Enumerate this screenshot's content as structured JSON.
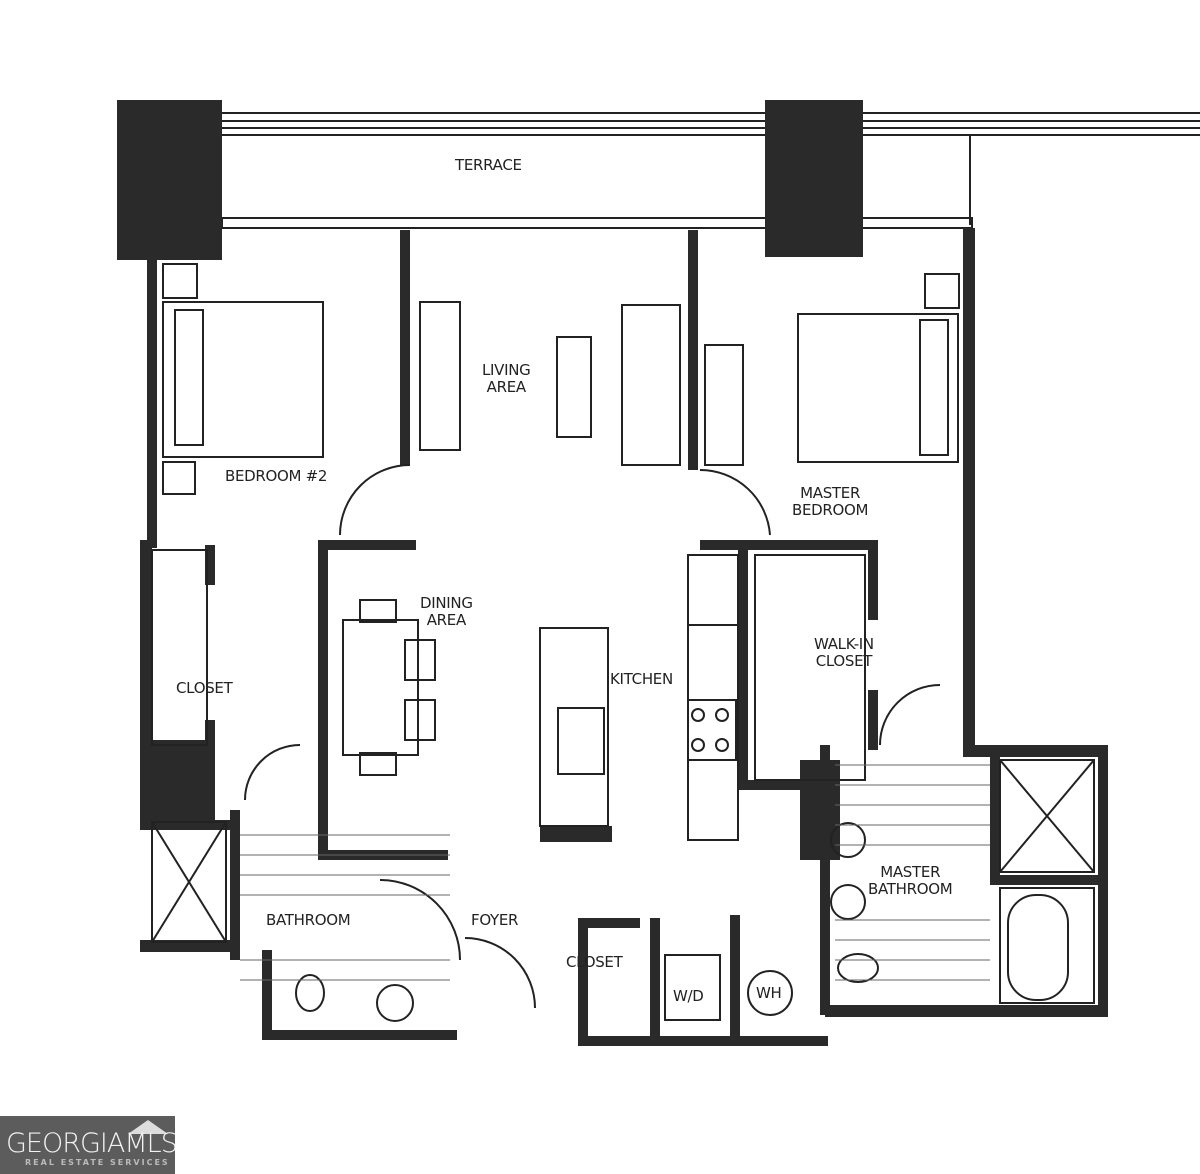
{
  "floorplan": {
    "rooms": {
      "terrace": "TERRACE",
      "living_area_1": "LIVING",
      "living_area_2": "AREA",
      "bedroom2": "BEDROOM #2",
      "master_bedroom_1": "MASTER",
      "master_bedroom_2": "BEDROOM",
      "dining_area_1": "DINING",
      "dining_area_2": "AREA",
      "kitchen": "KITCHEN",
      "closet_left": "CLOSET",
      "walkin_closet_1": "WALK-IN",
      "walkin_closet_2": "CLOSET",
      "bathroom": "BATHROOM",
      "foyer": "FOYER",
      "closet_foyer": "CLOSET",
      "washer_dryer": "W/D",
      "water_heater": "WH",
      "master_bathroom_1": "MASTER",
      "master_bathroom_2": "BATHROOM"
    },
    "colors": {
      "wall": "#2a2a2a",
      "line": "#222222",
      "background": "#ffffff"
    }
  },
  "logo": {
    "main": "GEORGIAMLS",
    "sub": "REAL ESTATE SERVICES"
  }
}
